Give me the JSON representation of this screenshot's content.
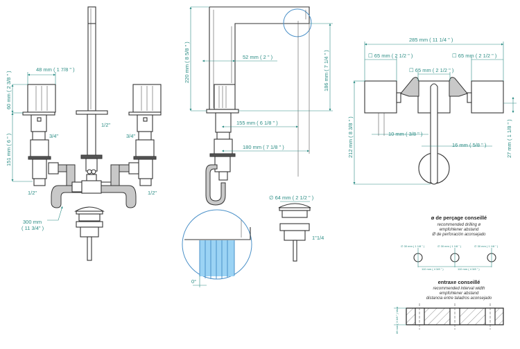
{
  "front_view": {
    "handle_width": "48 mm ( 1 7/8 \" )",
    "handle_height": "60 mm ( 2 3/8 \" )",
    "body_height": "151 mm ( 6 \" )",
    "inlet_left": "3/4\"",
    "inlet_right": "3/4\"",
    "spout_conn": "1/2\"",
    "outlet_left": "1/2\"",
    "outlet_right": "1/2\"",
    "hose_length_mm": "300 mm",
    "hose_length_in": "( 11 3/4\" )"
  },
  "side_view": {
    "total_height": "220 mm ( 8 5/8 \" )",
    "spout_height": "186 mm ( 7 1/4 \" )",
    "spout_width": "52 mm ( 2 \" )",
    "reach_155": "155 mm ( 6 1/8 \" )",
    "reach_180": "180 mm ( 7 1/8 \" )",
    "drain_diameter": "∅  64 mm ( 2 1/2 \" )",
    "drain_thread": "1\"1/4",
    "angle": "0°"
  },
  "top_view": {
    "total_width": "285 mm ( 11 1/4 \" )",
    "square_left": "☐  65 mm ( 2 1/2 \" )",
    "square_right": "☐  65 mm ( 2 1/2 \" )",
    "square_center": "☐  65 mm ( 2 1/2 \" )",
    "depth": "212 mm ( 8 3/8 \" )",
    "handle_depth": "27 mm ( 1 1/8 \" )",
    "offset": "10 mm ( 3/8 \" )",
    "spout_diameter": "16 mm ( 5/8 \" )"
  },
  "drilling": {
    "title": "ø de perçage conseillé",
    "line_en": "recommended drilling ø",
    "line_de": "empfohlener abstand",
    "line_es": "Ø de perforación aconsejado",
    "hole_label": "∅ 30 mm ( 1 1/8 \" )",
    "spacing": "110 mm ( 4 3/8 \" )"
  },
  "interval": {
    "title": "entraxe conseillé",
    "line_en": "recommended interval width",
    "line_de": "empfohlener abstand",
    "line_es": "distancia entre taladros aconsejado",
    "thickness": "86 mm ( 3 3/8 \" ) Maxi"
  }
}
